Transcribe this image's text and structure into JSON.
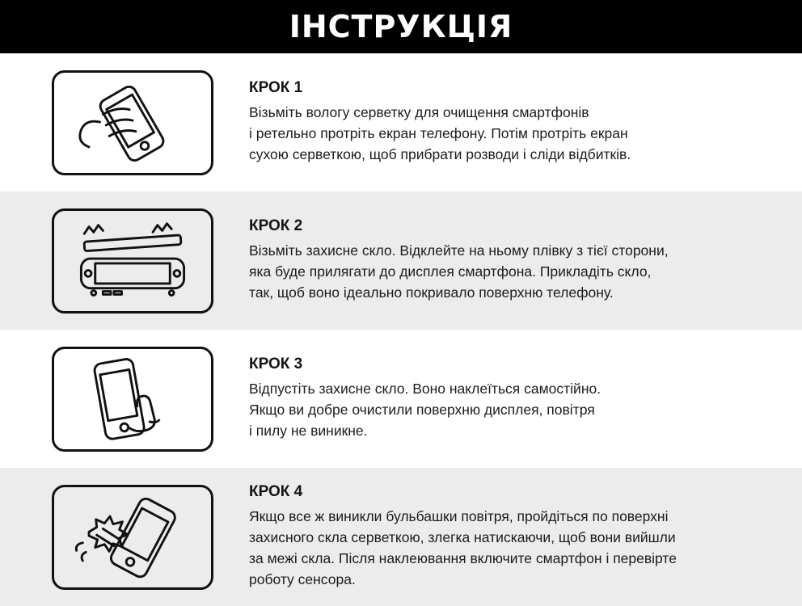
{
  "header": {
    "title": "ІНСТРУКЦІЯ"
  },
  "colors": {
    "header_bg": "#000000",
    "header_text": "#ffffff",
    "band_bg": "#ececec",
    "line_art": "#111111"
  },
  "steps": [
    {
      "icon": "hand-wiping-phone-icon",
      "title": "КРОК 1",
      "lines": [
        "Візьміть вологу серветку для очищення смартфонів",
        "і ретельно протріть екран телефону. Потім протріть екран",
        "сухою серветкою, щоб прибрати розводи і сліди відбитків."
      ]
    },
    {
      "icon": "peeling-glass-film-icon",
      "title": "КРОК 2",
      "lines": [
        "Візьміть захисне скло. Відклейте на ньому плівку з тієї сторони,",
        "яка буде прилягати до дисплея смартфона. Прикладіть скло,",
        "так, щоб воно ідеально покривало поверхню телефону."
      ]
    },
    {
      "icon": "glass-settling-finger-icon",
      "title": "КРОК 3",
      "lines": [
        "Відпустіть захисне скло. Воно наклеїться самостійно.",
        "Якщо ви добре очистили поверхню дисплея, повітря",
        "і пилу не виникне."
      ]
    },
    {
      "icon": "smoothing-bubbles-cloth-icon",
      "title": "КРОК 4",
      "lines": [
        "Якщо все ж виникли бульбашки повітря, пройдіться по поверхні",
        "захисного скла серветкою, злегка натискаючи, щоб вони вийшли",
        "за межі скла. Після наклеювання включите смартфон і перевірте",
        "роботу сенсора."
      ]
    }
  ]
}
